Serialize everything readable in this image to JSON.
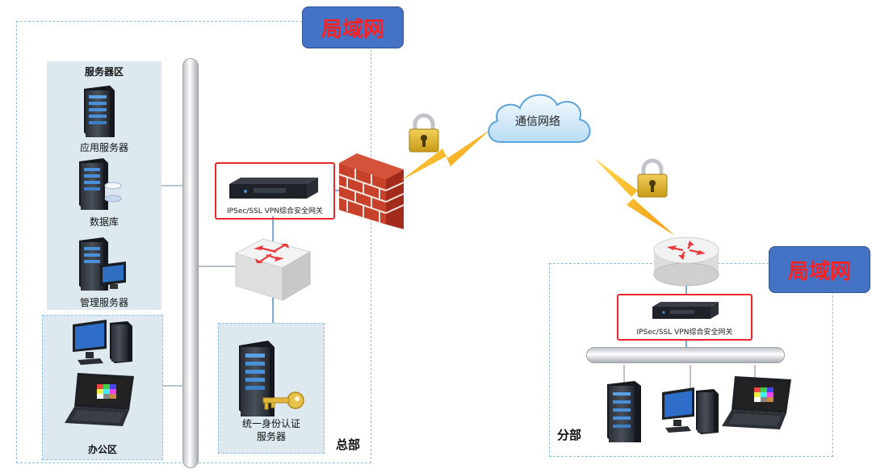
{
  "headquarters": {
    "lan_badge": "局域网",
    "site_label": "总部",
    "server_zone": {
      "title": "服务器区",
      "items": [
        "应用服务器",
        "数据库",
        "管理服务器"
      ]
    },
    "office_zone": {
      "title": "办公区"
    },
    "auth_server": {
      "line1": "统一身份认证",
      "line2": "服务器"
    },
    "gateway_label": "IPSec/SSL VPN综合安全网关"
  },
  "network": {
    "cloud_label": "通信网络"
  },
  "branch": {
    "lan_badge": "局域网",
    "site_label": "分部",
    "gateway_label": "IPSec/SSL VPN综合安全网关"
  },
  "colors": {
    "lan_badge_fill": "#4472c4",
    "lan_badge_text": "#ff2020",
    "highlight_box": "#e8272e",
    "zone_fill": "#dde9ef",
    "dashed_border": "#8fc1e3"
  }
}
